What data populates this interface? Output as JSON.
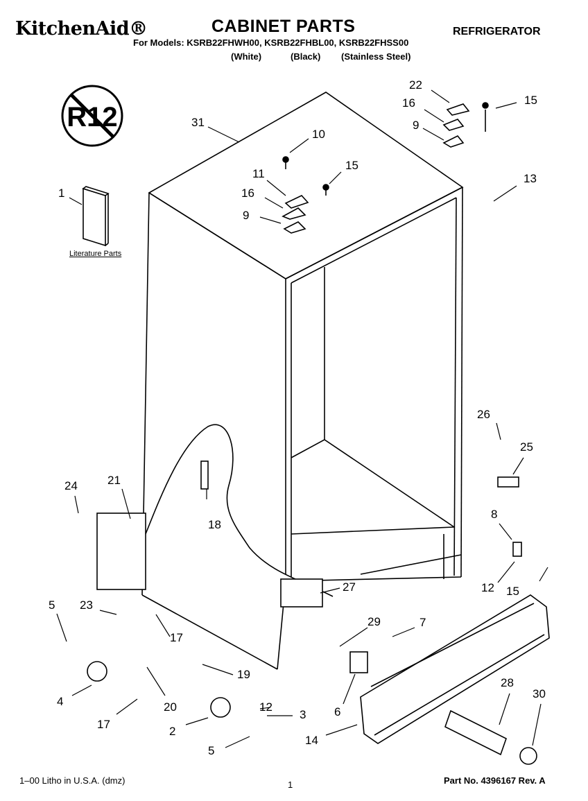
{
  "header": {
    "brand": "KitchenAid®",
    "title": "CABINET PARTS",
    "category": "REFRIGERATOR",
    "models": "For Models: KSRB22FHWH00, KSRB22FHBL00, KSRB22FHSS00",
    "variants": [
      "(White)",
      "(Black)",
      "(Stainless Steel)"
    ]
  },
  "badge": {
    "text": "R12"
  },
  "literature_label": "Literature Parts",
  "callouts": [
    "22",
    "15",
    "16",
    "9",
    "31",
    "10",
    "11",
    "15",
    "16",
    "9",
    "13",
    "1",
    "26",
    "25",
    "24",
    "21",
    "8",
    "18",
    "27",
    "12",
    "15",
    "5",
    "23",
    "29",
    "7",
    "17",
    "19",
    "4",
    "20",
    "12",
    "3",
    "6",
    "28",
    "30",
    "17",
    "2",
    "5",
    "14"
  ],
  "footer": {
    "left": "1–00 Litho in U.S.A. (dmz)",
    "page": "1",
    "part": "Part No. 4396167 Rev. A"
  }
}
